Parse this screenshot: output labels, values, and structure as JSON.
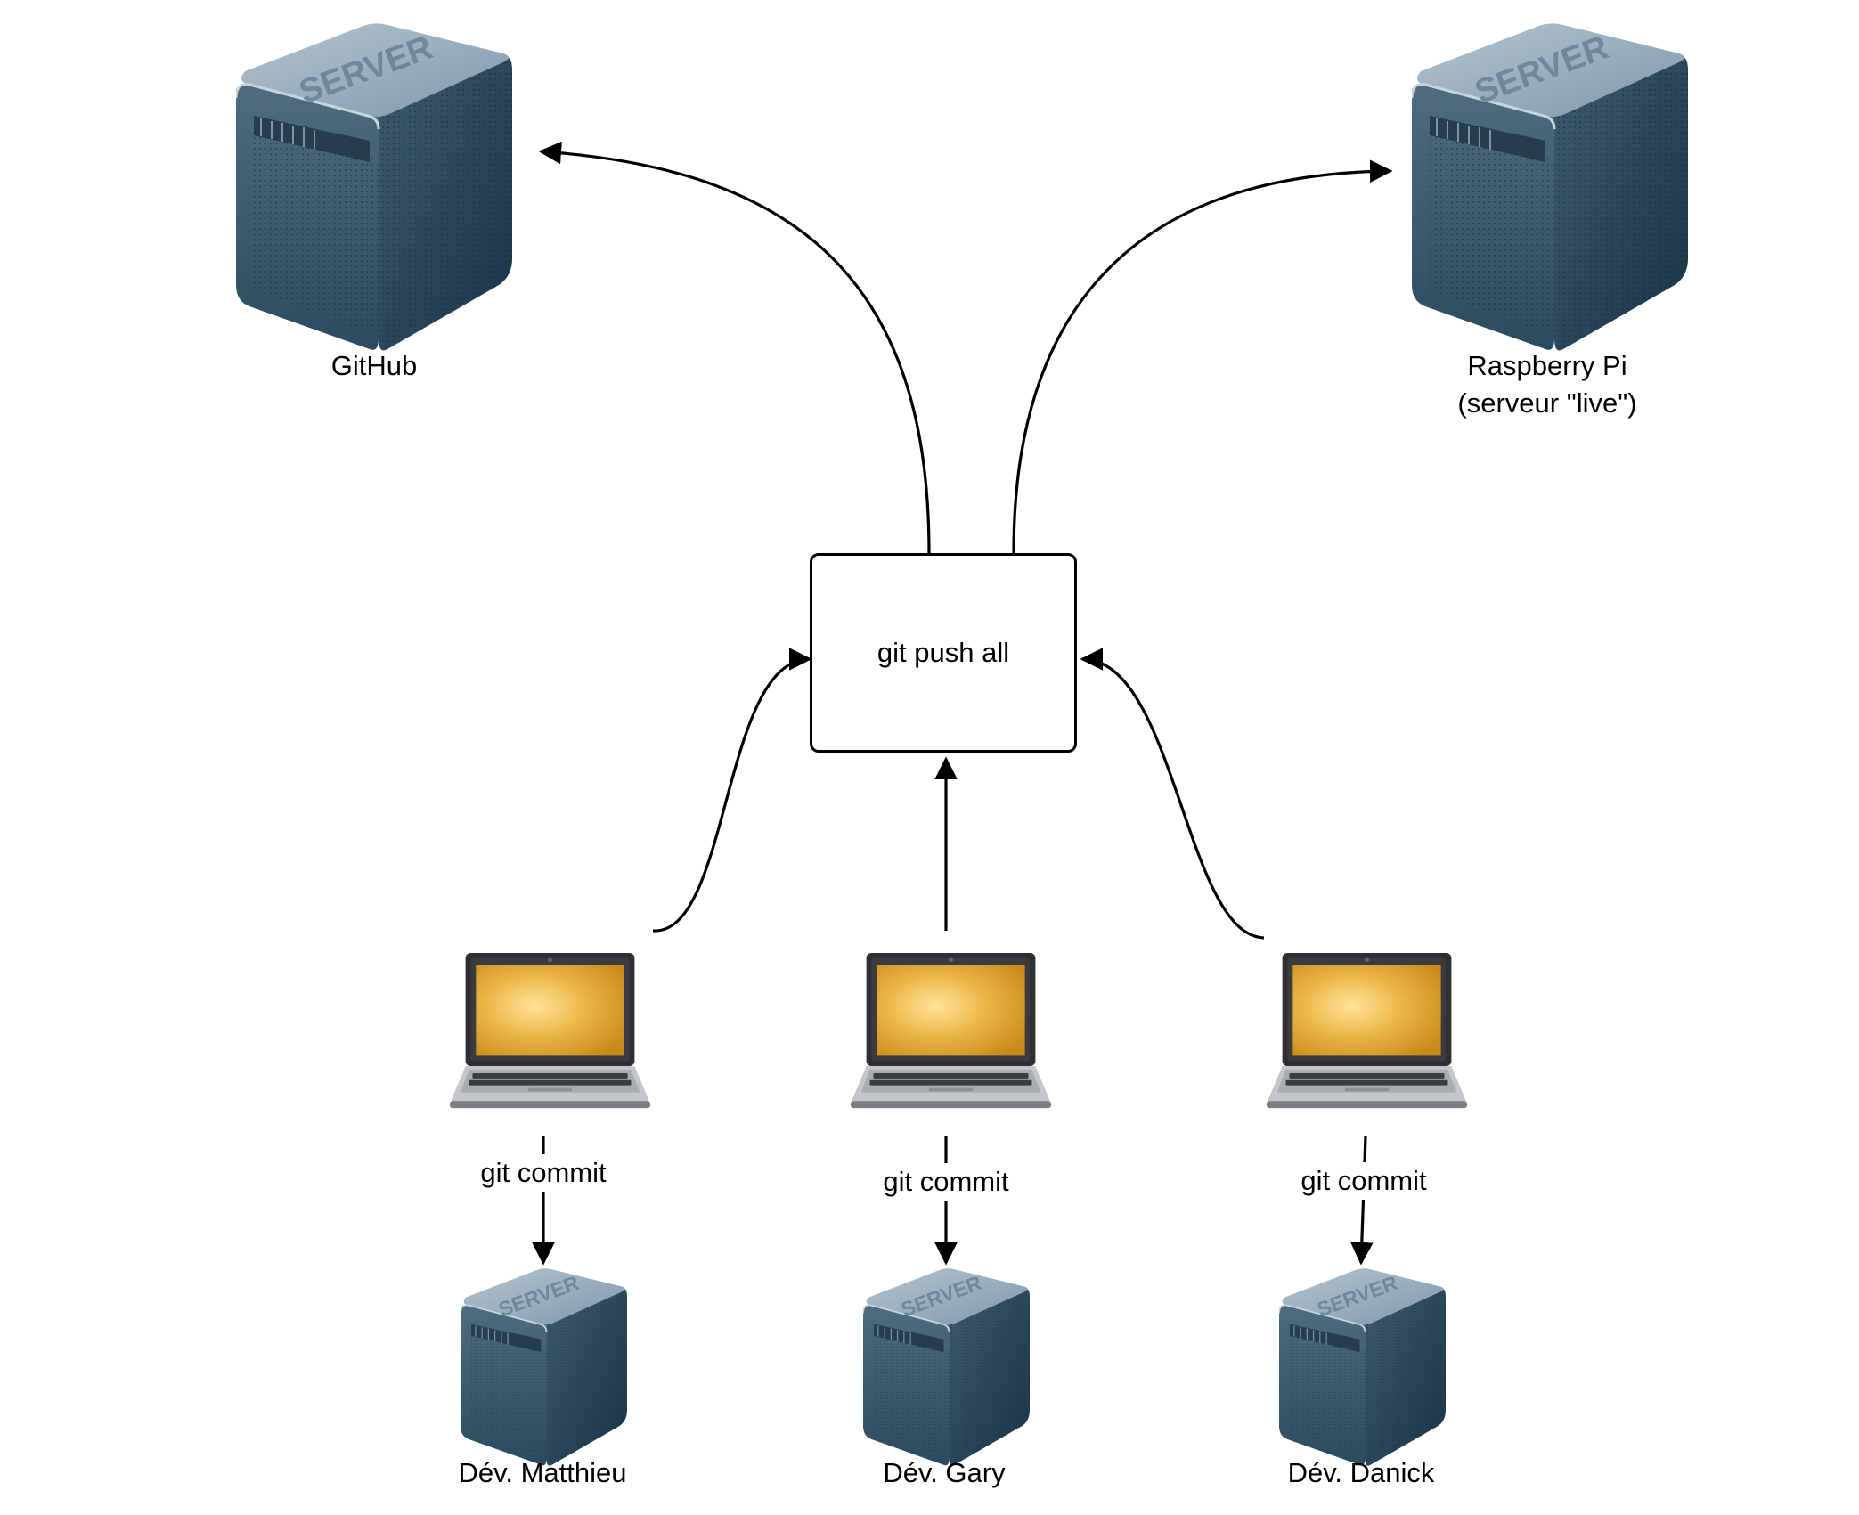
{
  "servers": {
    "github": {
      "label": "GitHub",
      "icon": "server-icon",
      "icon_text": "SERVER"
    },
    "raspberry": {
      "label_line1": "Raspberry Pi",
      "label_line2": "(serveur \"live\")",
      "icon": "server-icon",
      "icon_text": "SERVER"
    }
  },
  "hub": {
    "label": "git push all"
  },
  "developers": [
    {
      "name": "Dév. Matthieu",
      "laptop_icon": "laptop-icon",
      "server_icon": "server-icon",
      "edge_label": "git commit"
    },
    {
      "name": "Dév. Gary",
      "laptop_icon": "laptop-icon",
      "server_icon": "server-icon",
      "edge_label": "git commit"
    },
    {
      "name": "Dév. Danick",
      "laptop_icon": "laptop-icon",
      "server_icon": "server-icon",
      "edge_label": "git commit"
    }
  ],
  "colors": {
    "server_dark": "#1f3f55",
    "server_light": "#8aa3b5",
    "laptop_screen": "#e8a92a",
    "laptop_body": "#c9cbcd",
    "edge": "#000000"
  }
}
